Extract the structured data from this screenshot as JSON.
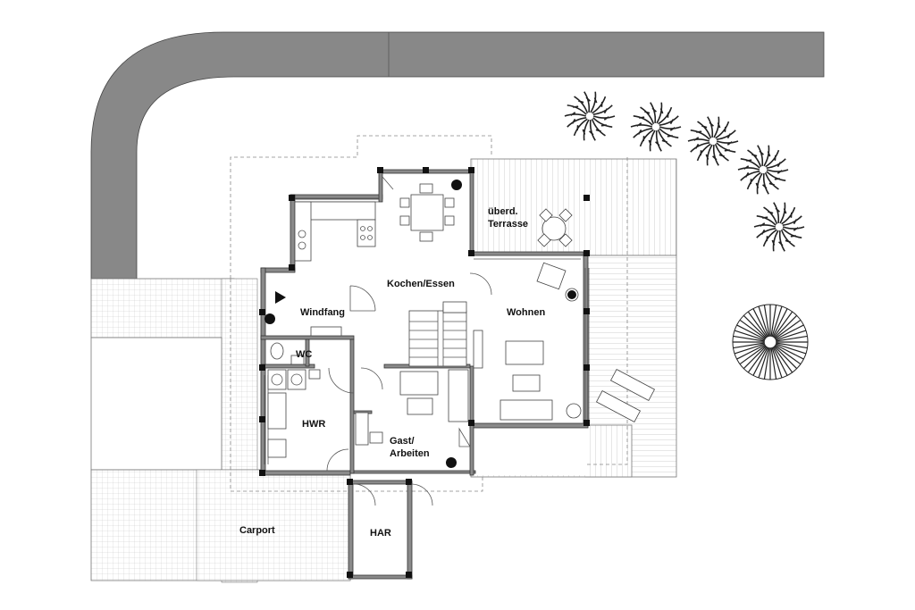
{
  "rooms": {
    "terrace_line1": "überd.",
    "terrace_line2": "Terrasse",
    "kitchen": "Kochen/Essen",
    "living": "Wohnen",
    "entry": "Windfang",
    "wc": "WC",
    "utility": "HWR",
    "guest_line1": "Gast/",
    "guest_line2": "Arbeiten",
    "carport": "Carport",
    "storage": "HAR"
  },
  "icons": {
    "entrance": "entrance-arrow-icon",
    "trees": "tree-icon",
    "plants": "potted-plant-icon"
  },
  "colors": {
    "road": "#888888",
    "wall": "#8a8a8a",
    "line": "#555555"
  }
}
